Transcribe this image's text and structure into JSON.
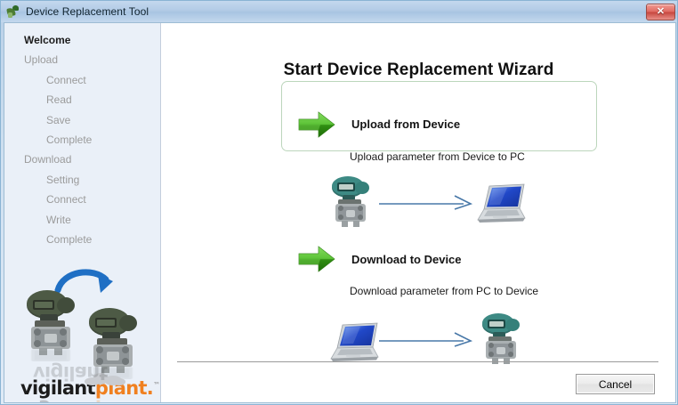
{
  "window": {
    "title": "Device Replacement Tool",
    "app_icon": "device-tool-icon",
    "close_label": "✕"
  },
  "sidebar": {
    "items": [
      {
        "label": "Welcome",
        "level": 0,
        "active": true
      },
      {
        "label": "Upload",
        "level": 0,
        "active": false
      },
      {
        "label": "Connect",
        "level": 1,
        "active": false
      },
      {
        "label": "Read",
        "level": 1,
        "active": false
      },
      {
        "label": "Save",
        "level": 1,
        "active": false
      },
      {
        "label": "Complete",
        "level": 1,
        "active": false
      },
      {
        "label": "Download",
        "level": 0,
        "active": false
      },
      {
        "label": "Setting",
        "level": 1,
        "active": false
      },
      {
        "label": "Connect",
        "level": 1,
        "active": false
      },
      {
        "label": "Write",
        "level": 1,
        "active": false
      },
      {
        "label": "Complete",
        "level": 1,
        "active": false
      }
    ],
    "illustration": "device-replacement-illustration",
    "logo": {
      "part1": "vigilant",
      "part2": "plant.",
      "trademark": "™"
    }
  },
  "main": {
    "title": "Start Device Replacement Wizard",
    "upload": {
      "heading": "Upload from Device",
      "description": "Upload parameter from Device to PC",
      "arrow_icon": "green-right-arrow-icon",
      "flow": {
        "from": "device-image",
        "to": "laptop-image",
        "connector": "blue-arrow-icon"
      }
    },
    "download": {
      "heading": "Download to Device",
      "description": "Download parameter from PC to Device",
      "arrow_icon": "green-right-arrow-icon",
      "flow": {
        "from": "laptop-image",
        "to": "device-image",
        "connector": "blue-arrow-icon"
      }
    },
    "cancel_label": "Cancel"
  },
  "colors": {
    "accent_green": "#3fa21b",
    "accent_orange": "#f08020",
    "connector_blue": "#4878a8",
    "title_bar": "#b2cbe6",
    "sidebar_bg": "#eaf0f8",
    "close_red": "#c6453d"
  }
}
